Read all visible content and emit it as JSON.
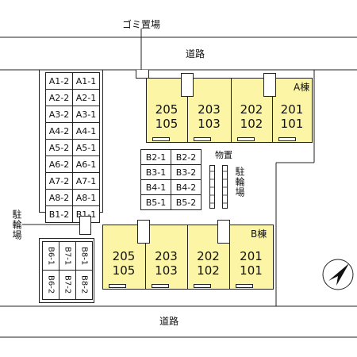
{
  "labels": {
    "garbage": "ゴミ置場",
    "road_top": "道路",
    "road_bottom": "道路",
    "storage": "物置",
    "bike_right": "駐輪場",
    "bike_left": "駐輪場",
    "building_a": "A棟",
    "building_b": "B棟"
  },
  "parking_left": [
    [
      "A1-2",
      "A1-1"
    ],
    [
      "A2-2",
      "A2-1"
    ],
    [
      "A3-2",
      "A3-1"
    ],
    [
      "A4-2",
      "A4-1"
    ],
    [
      "A5-2",
      "A5-1"
    ],
    [
      "A6-2",
      "A6-1"
    ],
    [
      "A7-2",
      "A7-1"
    ],
    [
      "A8-2",
      "A8-1"
    ],
    [
      "B1-2",
      "B1-1"
    ]
  ],
  "parking_middle": [
    [
      "B2-1",
      "B2-2"
    ],
    [
      "B3-1",
      "B3-2"
    ],
    [
      "B4-1",
      "B4-2"
    ],
    [
      "B5-1",
      "B5-2"
    ]
  ],
  "parking_bottom": {
    "top": [
      "B6-1",
      "B7-1",
      "B8-1"
    ],
    "bottom": [
      "B6-2",
      "B7-2",
      "B8-2"
    ]
  },
  "building_a_units": [
    {
      "upper": "205",
      "lower": "105"
    },
    {
      "upper": "203",
      "lower": "103"
    },
    {
      "upper": "202",
      "lower": "102"
    },
    {
      "upper": "201",
      "lower": "101"
    }
  ],
  "building_b_units": [
    {
      "upper": "205",
      "lower": "105"
    },
    {
      "upper": "203",
      "lower": "103"
    },
    {
      "upper": "202",
      "lower": "102"
    },
    {
      "upper": "201",
      "lower": "101"
    }
  ]
}
